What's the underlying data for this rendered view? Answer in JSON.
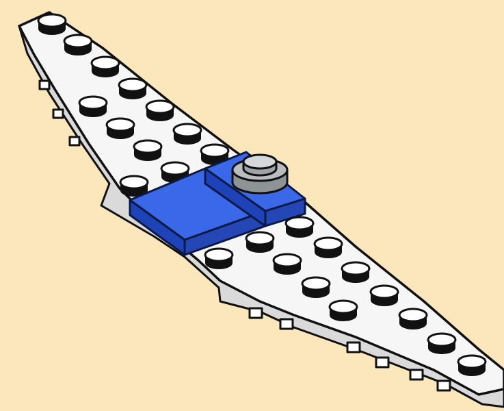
{
  "scene": {
    "subject": "lego-wing-assembly",
    "colors": {
      "background": "#FCE6BC",
      "plate_white": "#F6F6F6",
      "plate_shade": "#D9D9D9",
      "outline": "#111111",
      "stud_top": "#FFFFFF",
      "stud_side": "#D0D0D0",
      "tile_blue": "#2F5FE0",
      "tile_blue_shade": "#1E43B8",
      "round_plate_grey": "#B9BDBF",
      "round_plate_dark": "#7F8487"
    },
    "parts": [
      {
        "name": "wing-plate",
        "color": "white"
      },
      {
        "name": "tile-2x2",
        "color": "blue"
      },
      {
        "name": "plate-1x2",
        "color": "blue"
      },
      {
        "name": "round-plate-1x1",
        "color": "grey"
      }
    ]
  }
}
